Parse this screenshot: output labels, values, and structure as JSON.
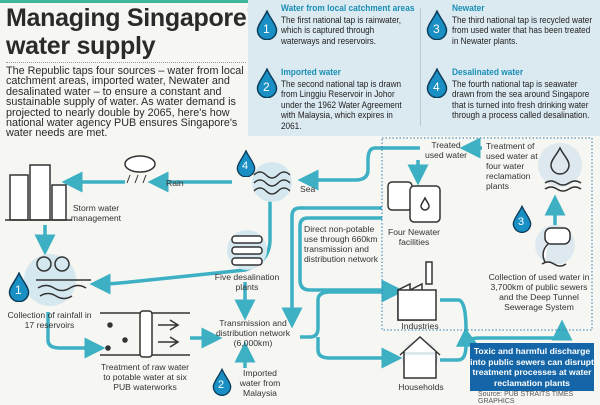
{
  "title_line1": "Managing Singapore's",
  "title_line2": "water supply",
  "intro": "The Republic taps four sources – water from local catchment areas, imported water, Newater and desalinated water – to ensure a constant and sustainable supply of water. As water demand is projected to nearly double by 2065, here's how national water agency PUB ensures Singapore's water needs are met.",
  "sources": [
    {
      "num": "1",
      "heading": "Water from local catchment areas",
      "text": "The first national tap is rainwater, which is captured through waterways and reservoirs."
    },
    {
      "num": "2",
      "heading": "Imported water",
      "text": "The second national tap is drawn from Linggiu Reservoir in Johor under the 1962 Water Agreement with Malaysia, which expires in 2061."
    },
    {
      "num": "3",
      "heading": "Newater",
      "text": "The third national tap is recycled water from used water that has been treated in Newater plants."
    },
    {
      "num": "4",
      "heading": "Desalinated water",
      "text": "The fourth national tap is seawater drawn from the sea around Singapore that is turned into fresh drinking water through a process called desalination."
    }
  ],
  "flow": {
    "rain": "Rain",
    "sea": "Sea",
    "storm": "Storm water management",
    "reservoirs": "Collection of rainfall in 17 reservoirs",
    "desal": "Five desalination plants",
    "treatment": "Treatment of raw water to potable water at six PUB waterworks",
    "transmission": "Transmission and distribution network (6,000km)",
    "imported": "Imported water from Malaysia",
    "direct": "Direct non-potable use through 660km transmission and distribution network",
    "newater_fac": "Four Newater facilities",
    "treated_used": "Treated used water",
    "reclamation": "Treatment of used water at four water reclamation plants",
    "collection_used": "Collection of used water in 3,700km of public sewers and the Deep Tunnel Sewerage System",
    "industries": "Industries",
    "households": "Households",
    "warning": "Toxic and harmful discharge into public sewers can disrupt treatment processes at water reclamation plants"
  },
  "credit": "Source: PUB   STRAITS TIMES GRAPHICS",
  "colors": {
    "flow": "#3db0c4",
    "drop": "#1a8fc4",
    "accent": "#1566a8"
  }
}
